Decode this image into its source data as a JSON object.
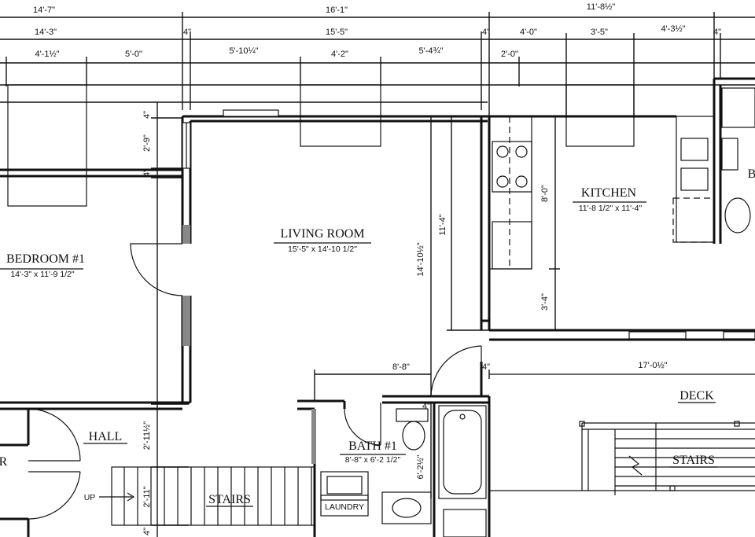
{
  "rooms": {
    "bedroom": {
      "name": "BEDROOM #1",
      "size": "14'-3\" x 11'-9 1/2\""
    },
    "living": {
      "name": "LIVING ROOM",
      "size": "15'-5\" x 14'-10 1/2\""
    },
    "kitchen": {
      "name": "KITCHEN",
      "size": "11'-8 1/2\" x 11'-4\""
    },
    "bath": {
      "name": "BATH #1",
      "size": "8'-8\" x 6'-2 1/2\""
    },
    "hall": {
      "name": "HALL"
    },
    "stairs_left": {
      "name": "STAIRS"
    },
    "stairs_right": {
      "name": "STAIRS"
    },
    "deck": {
      "name": "DECK"
    },
    "laundry": {
      "name": "LAUNDRY"
    },
    "up": {
      "name": "UP"
    },
    "edge_left": {
      "name": "R"
    },
    "edge_right": {
      "name": "B"
    }
  },
  "dims": {
    "top1": [
      "14'-7\"",
      "16'-1\"",
      "11'-8½\""
    ],
    "top2": [
      "14'-3\"",
      "4\"",
      "15'-5\"",
      "4\"",
      "4'-0\"",
      "3'-5\"",
      "4'-3½\"",
      "4\""
    ],
    "top3": [
      "4'-1½\"",
      "5'-0\"",
      "5'-10¼\"",
      "4'-2\"",
      "5'-4¾\"",
      "2'-0\""
    ],
    "left": [
      "4\"",
      "2'-9\"",
      "4\"",
      "2'-11½\"",
      "2'-11\"",
      "4\""
    ],
    "living_v1": "14'-10½\"",
    "living_v2": "11'-4\"",
    "kitchen_v1": "8'-0\"",
    "kitchen_v2": "3'-4\"",
    "bath_w": "8'-8\"",
    "bath_h": "6'-2½\"",
    "deck_w": "17'-0½\"",
    "small_4a": "4\"",
    "small_4b": "4\""
  }
}
